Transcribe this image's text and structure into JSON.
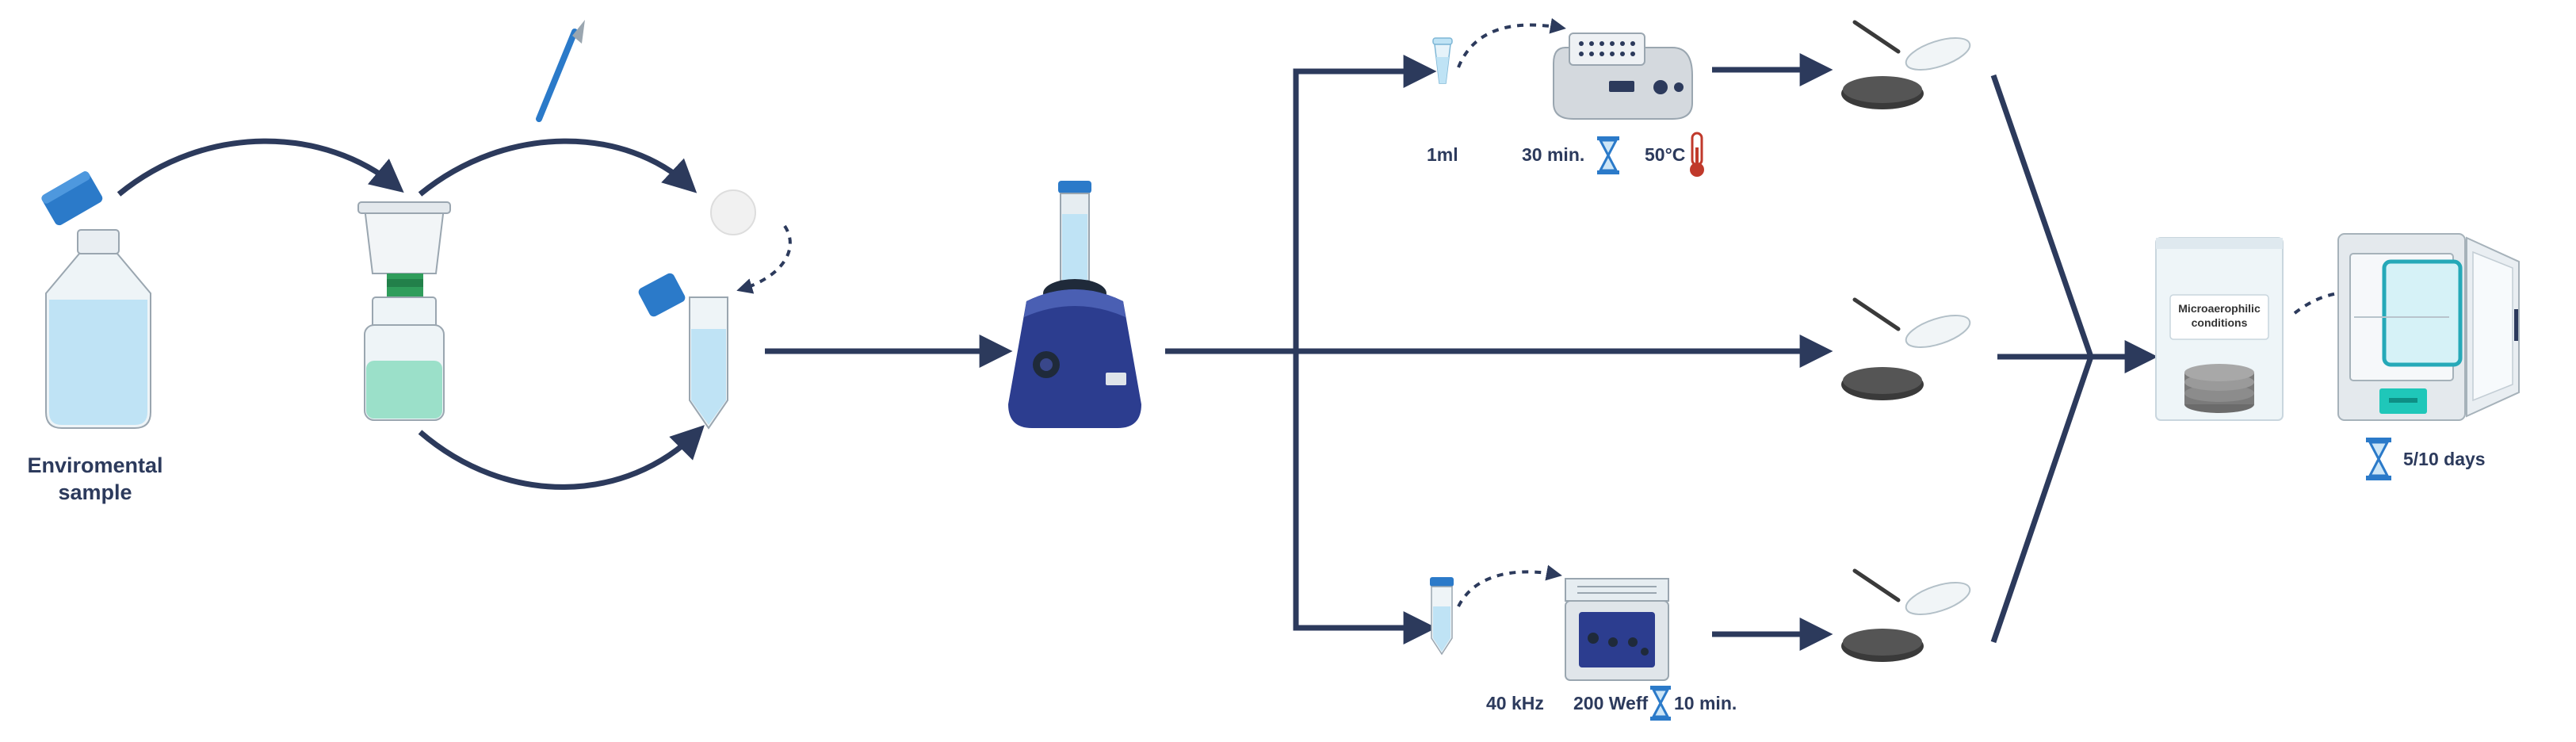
{
  "labels": {
    "env_sample_line1": "Enviromental",
    "env_sample_line2": "sample",
    "volume": "1ml",
    "heat_time": "30 min.",
    "temperature": "50°C",
    "freq": "40 kHz",
    "power": "200 Weff",
    "sonic_time": "10 min.",
    "bag_line1": "Microaerophilic",
    "bag_line2": "conditions",
    "incubation": "5/10 days"
  },
  "colors": {
    "arrow": "#2c3a5c",
    "cap": "#2b7ac9",
    "liquid": "#bfe3f5",
    "green": "#2f9d5b",
    "navy": "#2c3d8f",
    "plate": "#3a3a3a",
    "teal": "#1fc7b9"
  }
}
